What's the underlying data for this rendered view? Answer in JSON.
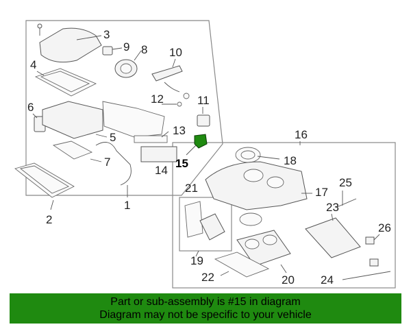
{
  "callouts": {
    "c1": "1",
    "c2": "2",
    "c3": "3",
    "c4": "4",
    "c5": "5",
    "c6": "6",
    "c7": "7",
    "c8": "8",
    "c9": "9",
    "c10": "10",
    "c11": "11",
    "c12": "12",
    "c13": "13",
    "c14": "14",
    "c15": "15",
    "c16": "16",
    "c17": "17",
    "c18": "18",
    "c19": "19",
    "c20": "20",
    "c21": "21",
    "c22": "22",
    "c23": "23",
    "c24": "24",
    "c25": "25",
    "c26": "26"
  },
  "banner": {
    "line1": "Part or sub-assembly is #15 in diagram",
    "line2": "Diagram may not be specific to your vehicle"
  },
  "colors": {
    "banner_bg": "#1f8a10",
    "highlight_part": "#1f8a10"
  }
}
